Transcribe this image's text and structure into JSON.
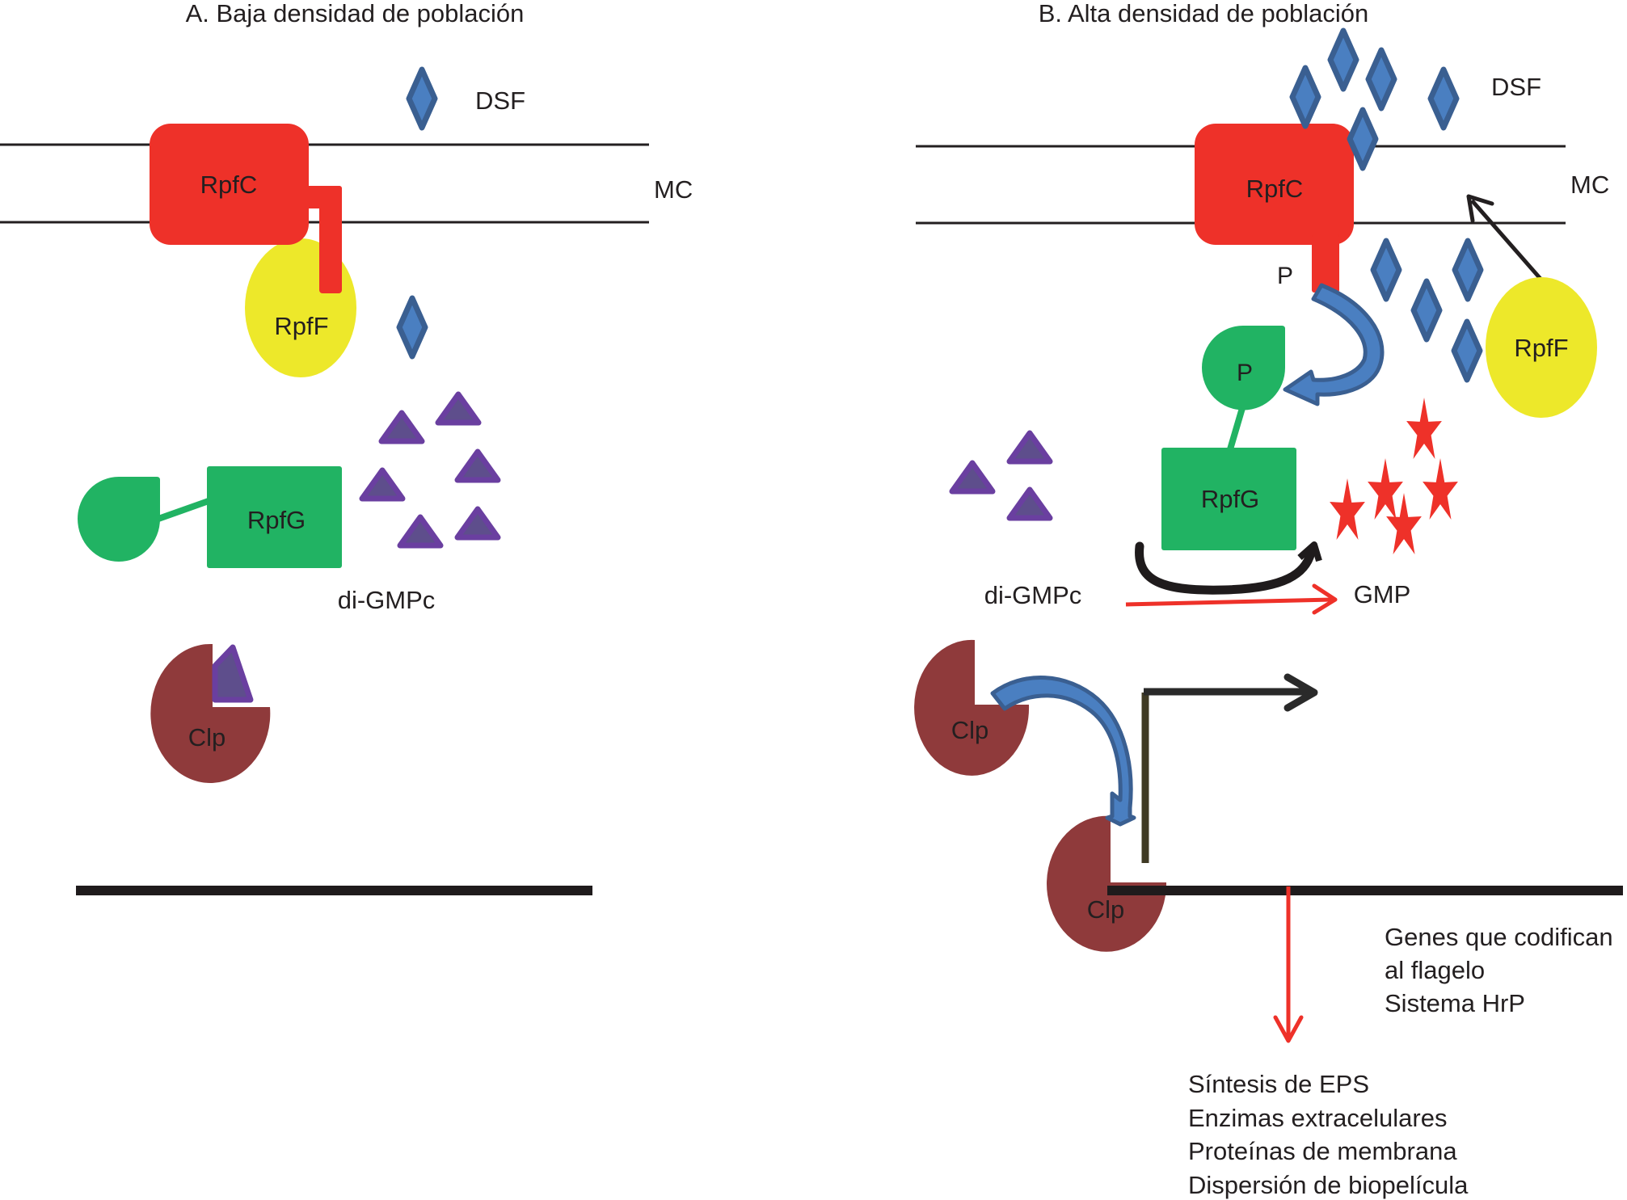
{
  "panels": {
    "a": {
      "title": "A. Baja densidad de población",
      "labels": {
        "dsf": "DSF",
        "membrane": "MC",
        "rpfc": "RpfC",
        "rpff": "RpfF",
        "rpfg": "RpfG",
        "di_gmpc": "di-GMPc",
        "clp": "Clp"
      }
    },
    "b": {
      "title": "B. Alta densidad de población",
      "labels": {
        "dsf": "DSF",
        "membrane": "MC",
        "rpfc": "RpfC",
        "phospho_rpfc": "P",
        "phospho_rpfg": "P",
        "rpff": "RpfF",
        "rpfg": "RpfG",
        "di_gmpc": "di-GMPc",
        "gmp": "GMP",
        "clp_free": "Clp",
        "clp_bound": "Clp"
      },
      "repressed_genes": [
        "Genes que codifican",
        "al flagelo",
        "Sistema HrP"
      ],
      "activated_functions": [
        "Síntesis de EPS",
        "Enzimas extracelulares",
        "Proteínas de membrana",
        "Dispersión de biopelícula"
      ]
    }
  },
  "colors": {
    "rpfc": "#ee3129",
    "rpff": "#ede82a",
    "rpfg": "#21b363",
    "dsf_fill": "#4a7fc1",
    "dsf_stroke": "#3a5f91",
    "di_gmpc_fill": "#5e4e8c",
    "di_gmpc_stroke": "#6a3fa0",
    "clp": "#8f3a3b",
    "gmp_star": "#ee3129",
    "arrow_red": "#ee3129",
    "arrow_blue": "#4a7fc1",
    "membrane": "#231f20",
    "dna": "#1f1b1c"
  }
}
